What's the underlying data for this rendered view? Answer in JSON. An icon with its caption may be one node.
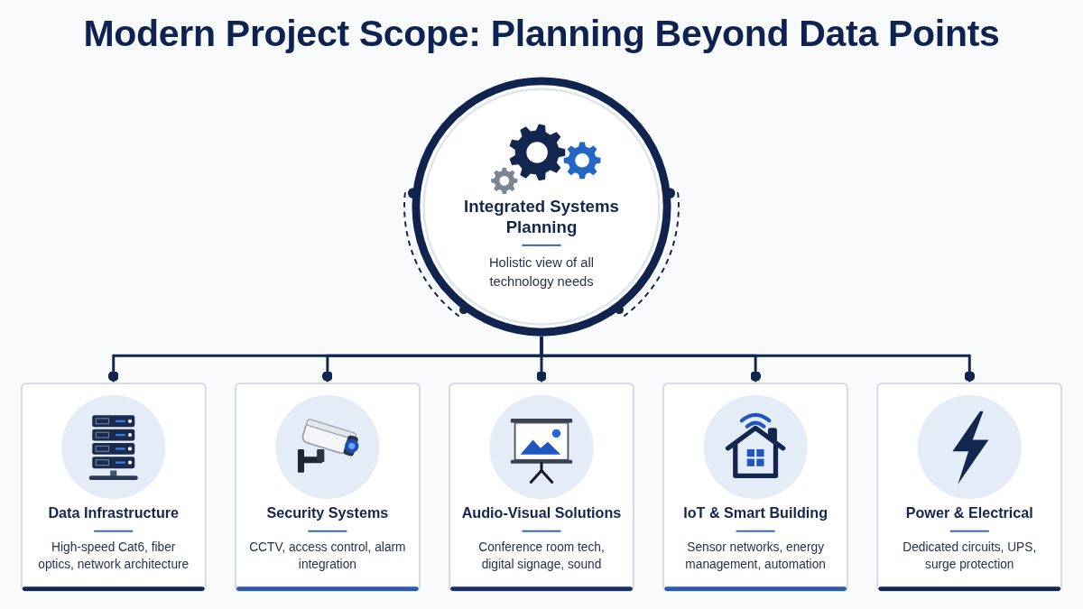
{
  "diagram": {
    "title": "Modern Project Scope: Planning Beyond Data Points",
    "nodes": [
      {
        "text": [
          "Integrated Systems Planning",
          "Holistic view of all technology needs"
        ]
      },
      {
        "text": [
          "Data Infrastructure",
          "High-speed Cat6, fiber optics, network architecture"
        ]
      },
      {
        "text": [
          "Security Systems",
          "CCTV, access control, alarm integration"
        ]
      },
      {
        "text": [
          "Audio-Visual Solutions",
          "Conference room tech, digital signage, sound"
        ]
      },
      {
        "text": [
          "IoT & Smart Building",
          "Sensor networks, energy management, automation"
        ]
      },
      {
        "text": [
          "Power & Electrical",
          "Dedicated circuits, UPS, surge protection"
        ]
      }
    ],
    "edges": [
      {
        "from": 0,
        "to": 1,
        "arrow": "other"
      },
      {
        "from": 0,
        "to": 2,
        "arrow": "other"
      },
      {
        "from": 0,
        "to": 3,
        "arrow": "other"
      },
      {
        "from": 0,
        "to": 4,
        "arrow": "other"
      },
      {
        "from": 0,
        "to": 5,
        "arrow": "other"
      }
    ]
  }
}
